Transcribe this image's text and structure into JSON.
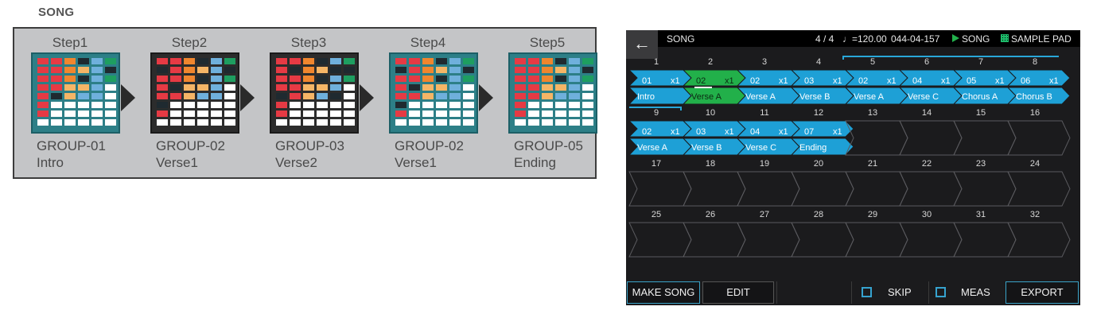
{
  "diagram": {
    "heading": "SONG",
    "steps": [
      {
        "title": "Step1",
        "group": "GROUP-01",
        "section": "Intro",
        "style": "teal"
      },
      {
        "title": "Step2",
        "group": "GROUP-02",
        "section": "Verse1",
        "style": "dark"
      },
      {
        "title": "Step3",
        "group": "GROUP-03",
        "section": "Verse2",
        "style": "dark"
      },
      {
        "title": "Step4",
        "group": "GROUP-02",
        "section": "Verse1",
        "style": "teal"
      },
      {
        "title": "Step5",
        "group": "GROUP-05",
        "section": "Ending",
        "style": "teal"
      }
    ],
    "pad_colors": {
      "red": "#e63a44",
      "orange": "#f0862e",
      "peach": "#f5b566",
      "blue": "#6fb0dc",
      "green": "#1e9e60",
      "dark": "#1f2a30",
      "white": "#ffffff"
    },
    "pad_patterns": [
      [
        "red",
        "red",
        "orange",
        "dark",
        "blue",
        "green",
        "red",
        "red",
        "orange",
        "peach",
        "blue",
        "dark",
        "red",
        "red",
        "orange",
        "dark",
        "blue",
        "green",
        "red",
        "red",
        "peach",
        "peach",
        "blue",
        "white",
        "red",
        "dark",
        "peach",
        "blue",
        "blue",
        "white",
        "red",
        "white",
        "white",
        "white",
        "white",
        "white",
        "red",
        "white",
        "white",
        "white",
        "white",
        "white",
        "white",
        "white",
        "white",
        "white",
        "white",
        "white"
      ],
      [
        "red",
        "red",
        "orange",
        "dark",
        "blue",
        "green",
        "dark",
        "red",
        "orange",
        "peach",
        "blue",
        "dark",
        "red",
        "red",
        "orange",
        "dark",
        "blue",
        "green",
        "red",
        "dark",
        "peach",
        "peach",
        "blue",
        "white",
        "red",
        "red",
        "peach",
        "blue",
        "blue",
        "white",
        "dark",
        "white",
        "white",
        "white",
        "white",
        "white",
        "red",
        "white",
        "white",
        "white",
        "white",
        "white",
        "white",
        "white",
        "white",
        "white",
        "white",
        "white"
      ],
      [
        "red",
        "red",
        "orange",
        "dark",
        "blue",
        "green",
        "red",
        "dark",
        "orange",
        "peach",
        "dark",
        "dark",
        "red",
        "red",
        "orange",
        "dark",
        "blue",
        "green",
        "red",
        "red",
        "peach",
        "peach",
        "blue",
        "white",
        "dark",
        "red",
        "peach",
        "blue",
        "dark",
        "white",
        "red",
        "white",
        "white",
        "white",
        "white",
        "white",
        "red",
        "white",
        "white",
        "white",
        "white",
        "white",
        "white",
        "white",
        "white",
        "white",
        "white",
        "white"
      ],
      [
        "red",
        "red",
        "orange",
        "dark",
        "blue",
        "green",
        "dark",
        "red",
        "orange",
        "peach",
        "blue",
        "dark",
        "red",
        "red",
        "orange",
        "dark",
        "blue",
        "green",
        "red",
        "dark",
        "peach",
        "peach",
        "blue",
        "white",
        "red",
        "red",
        "peach",
        "blue",
        "blue",
        "white",
        "dark",
        "white",
        "white",
        "white",
        "white",
        "white",
        "red",
        "white",
        "white",
        "white",
        "white",
        "white",
        "white",
        "white",
        "white",
        "white",
        "white",
        "white"
      ],
      [
        "red",
        "red",
        "orange",
        "dark",
        "blue",
        "green",
        "red",
        "red",
        "orange",
        "peach",
        "blue",
        "dark",
        "red",
        "red",
        "orange",
        "dark",
        "blue",
        "green",
        "red",
        "red",
        "peach",
        "peach",
        "blue",
        "white",
        "red",
        "red",
        "peach",
        "blue",
        "blue",
        "white",
        "red",
        "white",
        "white",
        "white",
        "white",
        "white",
        "red",
        "white",
        "white",
        "white",
        "white",
        "white",
        "white",
        "white",
        "white",
        "white",
        "white",
        "white"
      ]
    ]
  },
  "screen": {
    "topbar": {
      "title": "SONG",
      "meter": "4 / 4",
      "tempo": "♩=120.00",
      "position": "044-04-157",
      "mode": "SONG",
      "pad_label": "SAMPLE PAD"
    },
    "back_glyph": "←",
    "slots": [
      {
        "num": "1",
        "pattern": "01",
        "repeat": "x1",
        "name": "Intro",
        "filled": true
      },
      {
        "num": "2",
        "pattern": "02",
        "repeat": "x1",
        "name": "Verse A",
        "filled": true,
        "selected": true
      },
      {
        "num": "3",
        "pattern": "02",
        "repeat": "x1",
        "name": "Verse A",
        "filled": true
      },
      {
        "num": "4",
        "pattern": "03",
        "repeat": "x1",
        "name": "Verse B",
        "filled": true
      },
      {
        "num": "5",
        "pattern": "02",
        "repeat": "x1",
        "name": "Verse A",
        "filled": true
      },
      {
        "num": "6",
        "pattern": "04",
        "repeat": "x1",
        "name": "Verse C",
        "filled": true
      },
      {
        "num": "7",
        "pattern": "05",
        "repeat": "x1",
        "name": "Chorus A",
        "filled": true
      },
      {
        "num": "8",
        "pattern": "06",
        "repeat": "x1",
        "name": "Chorus B",
        "filled": true
      },
      {
        "num": "9",
        "pattern": "02",
        "repeat": "x1",
        "name": "Verse A",
        "filled": true
      },
      {
        "num": "10",
        "pattern": "03",
        "repeat": "x1",
        "name": "Verse B",
        "filled": true
      },
      {
        "num": "11",
        "pattern": "04",
        "repeat": "x1",
        "name": "Verse C",
        "filled": true
      },
      {
        "num": "12",
        "pattern": "07",
        "repeat": "x1",
        "name": "Ending",
        "filled": true
      },
      {
        "num": "13",
        "filled": false
      },
      {
        "num": "14",
        "filled": false
      },
      {
        "num": "15",
        "filled": false
      },
      {
        "num": "16",
        "filled": false
      },
      {
        "num": "17",
        "filled": false
      },
      {
        "num": "18",
        "filled": false
      },
      {
        "num": "19",
        "filled": false
      },
      {
        "num": "20",
        "filled": false
      },
      {
        "num": "21",
        "filled": false
      },
      {
        "num": "22",
        "filled": false
      },
      {
        "num": "23",
        "filled": false
      },
      {
        "num": "24",
        "filled": false
      },
      {
        "num": "25",
        "filled": false
      },
      {
        "num": "26",
        "filled": false
      },
      {
        "num": "27",
        "filled": false
      },
      {
        "num": "28",
        "filled": false
      },
      {
        "num": "29",
        "filled": false
      },
      {
        "num": "30",
        "filled": false
      },
      {
        "num": "31",
        "filled": false
      },
      {
        "num": "32",
        "filled": false
      }
    ],
    "bottom": {
      "make_song": "MAKE SONG",
      "edit": "EDIT",
      "skip": "SKIP",
      "meas": "MEAS",
      "export": "EXPORT"
    },
    "colors": {
      "slot_blue": "#1ea0d6",
      "slot_selected": "#22b04a",
      "empty_outline": "#5a5a5e",
      "accent": "#36a3cf"
    }
  }
}
